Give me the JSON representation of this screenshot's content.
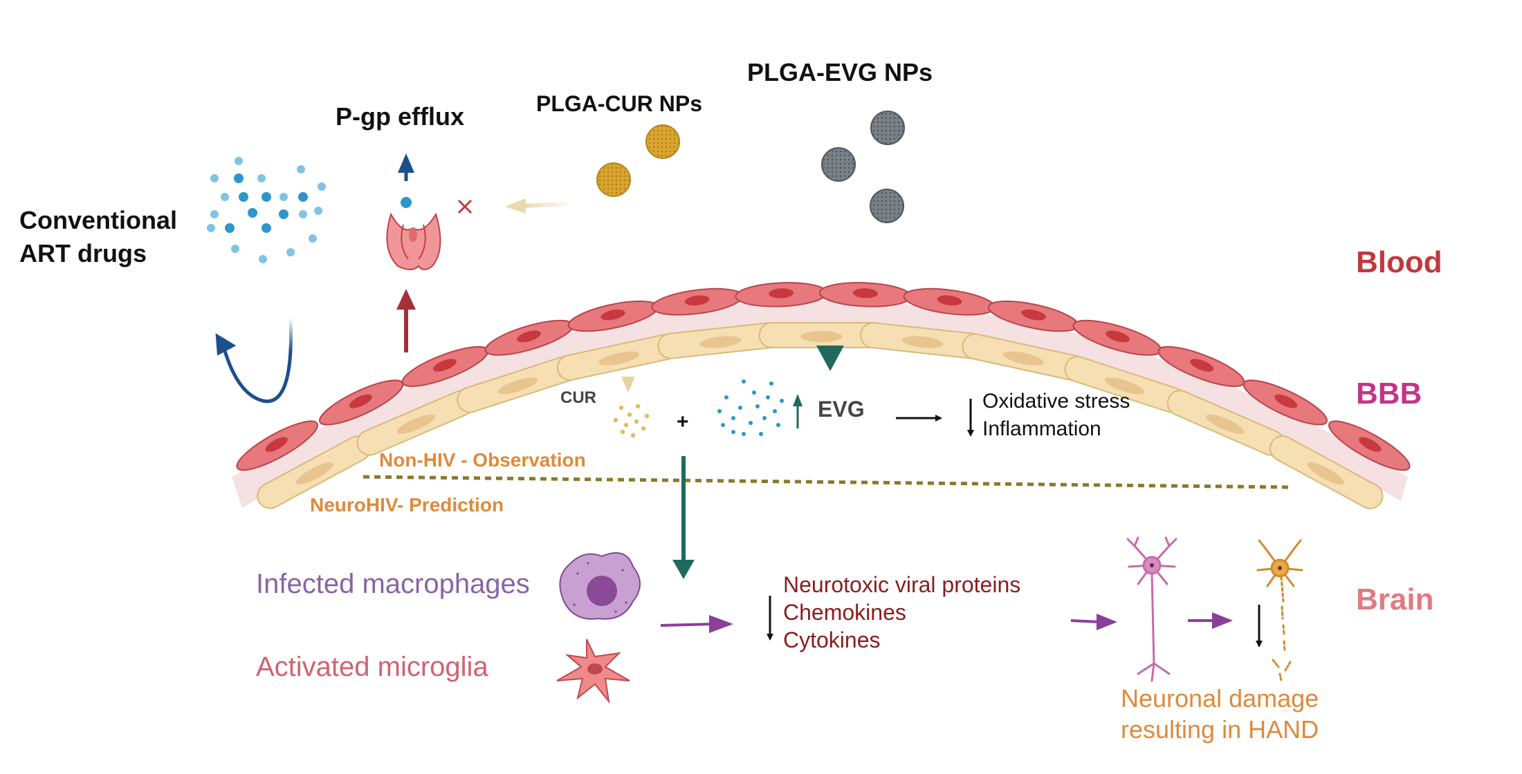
{
  "labels": {
    "plga_evg": "PLGA-EVG NPs",
    "plga_cur": "PLGA-CUR NPs",
    "pgp_efflux": "P-gp efflux",
    "conventional": [
      "Conventional",
      "ART drugs"
    ],
    "blood": "Blood",
    "bbb": "BBB",
    "brain": "Brain",
    "cur": "CUR",
    "plus": "+",
    "evg": "EVG",
    "effects": [
      "Oxidative stress",
      "Inflammation"
    ],
    "non_hiv": "Non-HIV - Observation",
    "neurohiv": "NeuroHIV- Prediction",
    "infected_macrophages": "Infected macrophages",
    "activated_microglia": "Activated microglia",
    "neurotoxic": [
      "Neurotoxic viral proteins",
      "Chemokines",
      "Cytokines"
    ],
    "neuronal_damage": [
      "Neuronal damage",
      "resulting in HAND"
    ]
  },
  "colors": {
    "blood": "#c0383d",
    "bbb": "#c2358a",
    "brain": "#e07a82",
    "orange_text": "#e0893a",
    "macrophage_text": "#8a62a8",
    "microglia_text": "#d06370",
    "dark_red_text": "#8b1c1c",
    "green_arrow": "#1f6a5c",
    "purple_arrow": "#8a3f9a",
    "cur_particle": "#d4a72c",
    "evg_particle": "#6f777c",
    "drug_blue": "#2c97c8",
    "endothelial": "#e7787c",
    "astrocyte": "#f6dfb2"
  },
  "icons": [
    "cur-nanoparticle-icon",
    "evg-nanoparticle-icon",
    "pgp-transporter-icon",
    "macrophage-icon",
    "microglia-icon",
    "healthy-neuron-icon",
    "damaged-neuron-icon"
  ]
}
